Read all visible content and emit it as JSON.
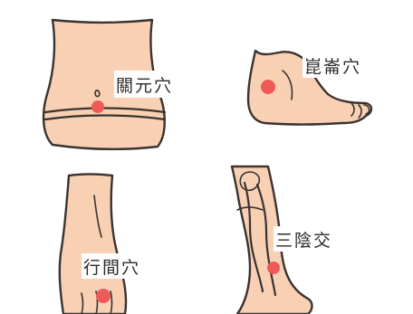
{
  "colors": {
    "skin": "#f8d0b4",
    "outline": "#3a3330",
    "acupoint": "#ef5a57",
    "label_text": "#2e2a28",
    "background": "#ffffff"
  },
  "panels": [
    {
      "id": "abdomen",
      "label": "關元穴"
    },
    {
      "id": "ankle-outer",
      "label": "崑崙穴"
    },
    {
      "id": "foot-top",
      "label": "行間穴"
    },
    {
      "id": "lower-leg",
      "label": "三陰交"
    }
  ]
}
